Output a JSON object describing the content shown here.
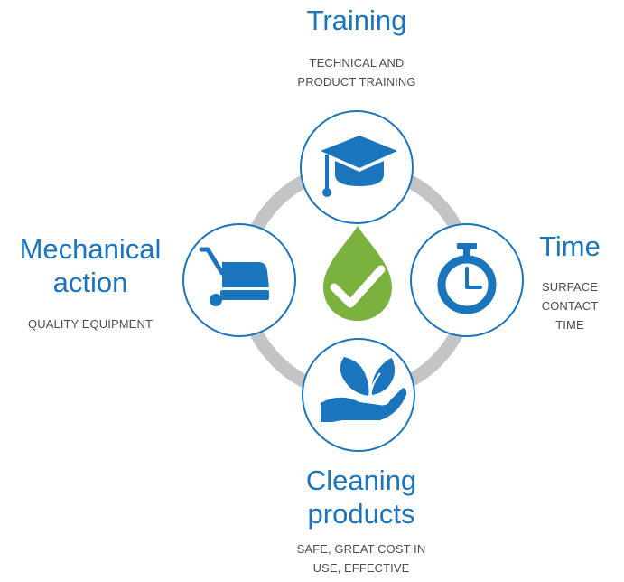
{
  "colors": {
    "ring": "#c3c4c6",
    "circle_stroke": "#1b75bc",
    "icon_blue": "#1b75bc",
    "drop_green": "#7bb23f",
    "title_blue": "#1b75bc",
    "subtitle_gray": "#4d4d4d"
  },
  "center": {
    "icon": "green-drop-check-icon"
  },
  "nodes": {
    "training": {
      "title": "Training",
      "subtitle_lines": [
        "TECHNICAL AND",
        "PRODUCT TRAINING"
      ],
      "icon": "graduation-cap-icon"
    },
    "time": {
      "title": "Time",
      "subtitle_lines": [
        "SURFACE",
        "CONTACT",
        "TIME"
      ],
      "icon": "stopwatch-icon"
    },
    "mechanical": {
      "title_lines": [
        "Mechanical",
        "action"
      ],
      "subtitle_lines": [
        "QUALITY EQUIPMENT"
      ],
      "icon": "floor-scrubber-icon"
    },
    "cleaning": {
      "title_lines": [
        "Cleaning",
        "products"
      ],
      "subtitle_lines": [
        "SAFE, GREAT COST IN",
        "USE, EFFECTIVE"
      ],
      "icon": "hand-leaves-icon"
    }
  }
}
